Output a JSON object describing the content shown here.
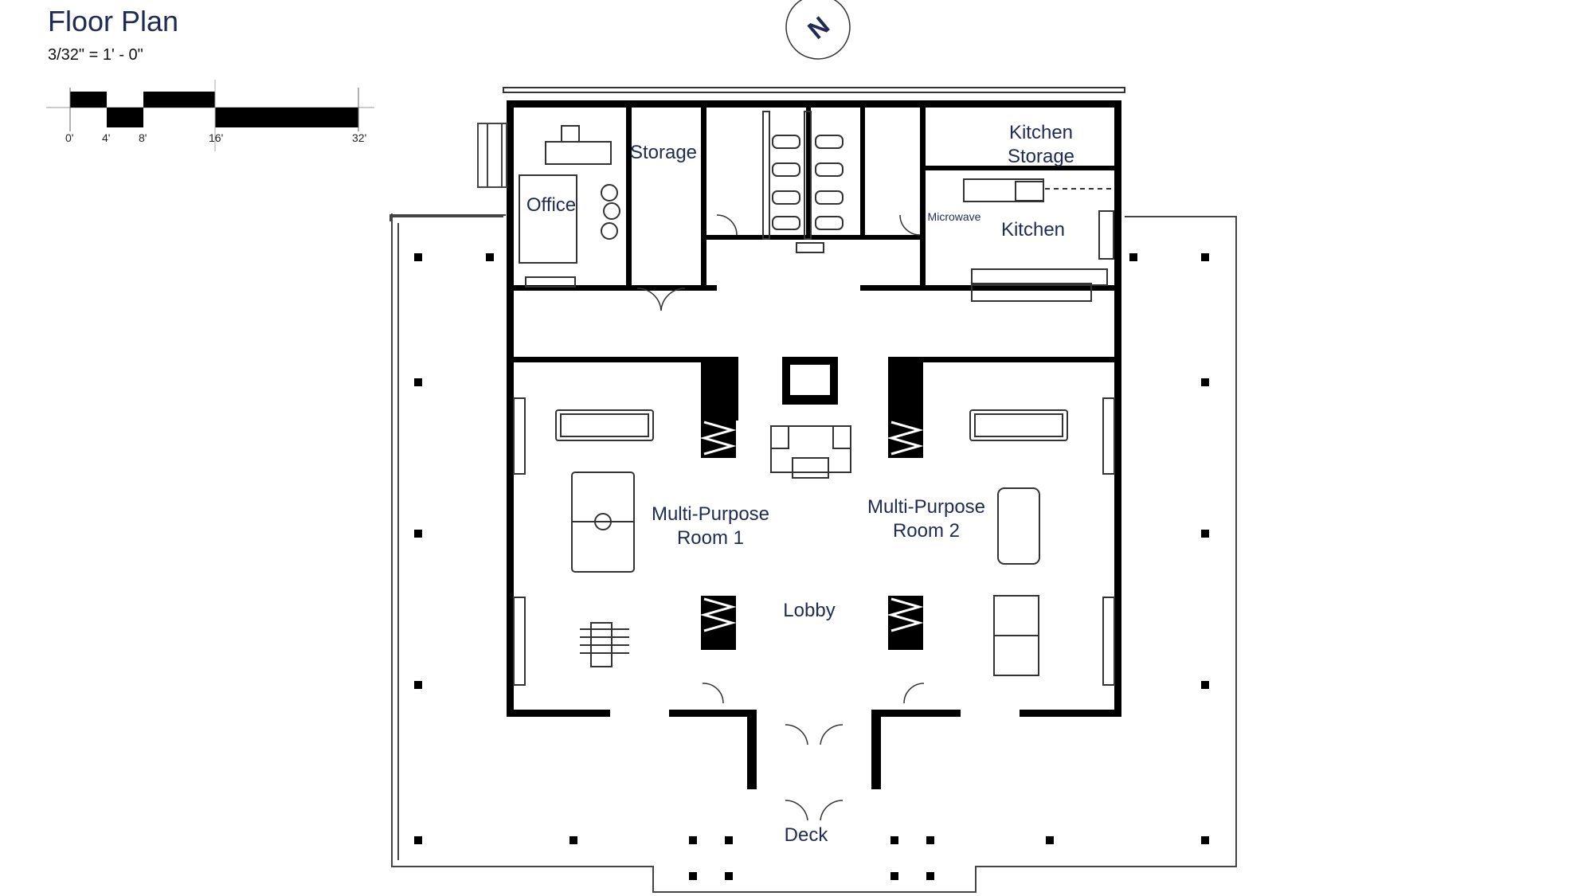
{
  "header": {
    "title": "Floor Plan",
    "scale": "3/32\" = 1' - 0\""
  },
  "scale_bar": {
    "ticks": [
      "0'",
      "4'",
      "8'",
      "16'",
      "32'"
    ]
  },
  "compass": {
    "letter": "N"
  },
  "rooms": {
    "office": "Office",
    "storage": "Storage",
    "kitchen_storage_1": "Kitchen",
    "kitchen_storage_2": "Storage",
    "microwave": "Microwave",
    "kitchen": "Kitchen",
    "mpr1_line1": "Multi-Purpose",
    "mpr1_line2": "Room 1",
    "mpr2_line1": "Multi-Purpose",
    "mpr2_line2": "Room 2",
    "lobby": "Lobby",
    "deck": "Deck"
  },
  "colors": {
    "label": "#1f2a55",
    "wall": "#000000"
  }
}
